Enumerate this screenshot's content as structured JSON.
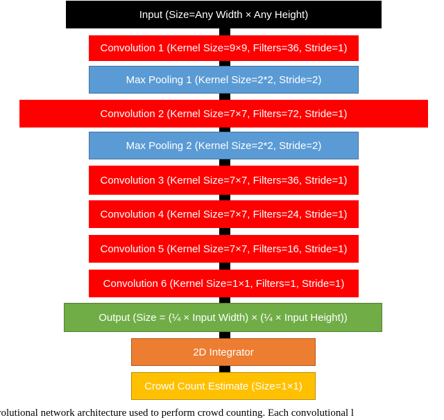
{
  "diagram": {
    "layers": [
      {
        "label": "Input (Size=Any Width × Any Height)",
        "color": "#000000"
      },
      {
        "label": "Convolution 1 (Kernel Size=9×9, Filters=36, Stride=1)",
        "color": "#fe0000"
      },
      {
        "label": "Max Pooling 1 (Kernel Size=2*2, Stride=2)",
        "color": "#5b9bd5"
      },
      {
        "label": "Convolution 2 (Kernel Size=7×7, Filters=72, Stride=1)",
        "color": "#fe0000"
      },
      {
        "label": "Max Pooling 2 (Kernel Size=2*2, Stride=2)",
        "color": "#5b9bd5"
      },
      {
        "label": "Convolution 3 (Kernel Size=7×7, Filters=36, Stride=1)",
        "color": "#fe0000"
      },
      {
        "label": "Convolution 4 (Kernel Size=7×7, Filters=24, Stride=1)",
        "color": "#fe0000"
      },
      {
        "label": "Convolution 5 (Kernel Size=7×7, Filters=16, Stride=1)",
        "color": "#fe0000"
      },
      {
        "label": "Convolution 6 (Kernel Size=1×1, Filters=1, Stride=1)",
        "color": "#fe0000"
      },
      {
        "label": "Output (Size = (¼ × Input Width) ×  (¼ × Input Height))",
        "color": "#70ad47"
      },
      {
        "label": "2D Integrator",
        "color": "#ed7d31"
      },
      {
        "label": "Crowd Count Estimate (Size=1×1)",
        "color": "#ffc000"
      }
    ],
    "spine_color": "#000000"
  },
  "caption": {
    "text": "volutional network architecture used to perform crowd counting. Each convolutional l"
  }
}
